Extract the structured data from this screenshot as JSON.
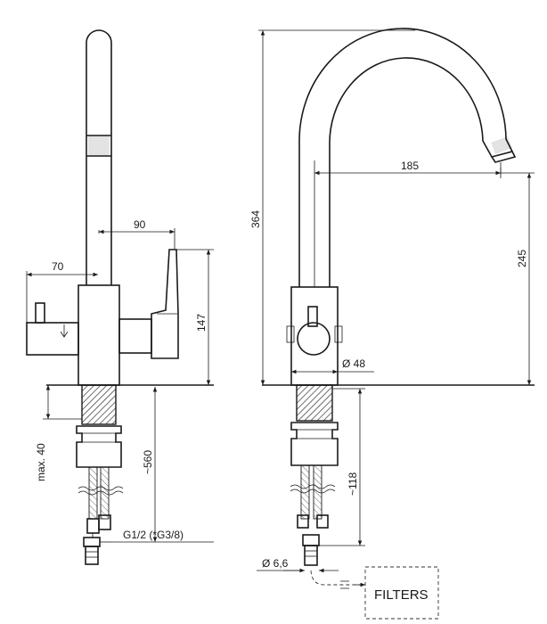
{
  "dimensions": {
    "side_90": "90",
    "side_70": "70",
    "side_147": "147",
    "side_max40": "max. 40",
    "side_560": "~560",
    "side_thread": "G1/2 (*G3/8)",
    "front_364": "364",
    "front_185": "185",
    "front_245": "245",
    "front_d48": "Ø 48",
    "front_118": "~118",
    "front_d66": "Ø 6,6"
  },
  "labels": {
    "filters": "FILTERS"
  }
}
